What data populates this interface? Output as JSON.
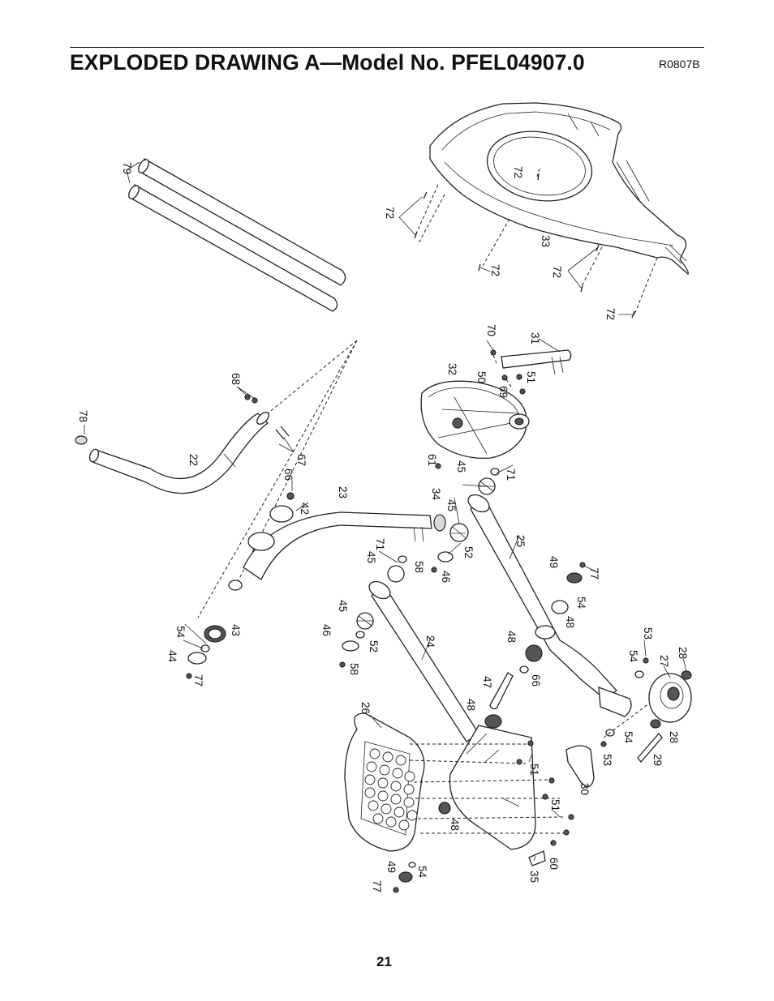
{
  "header": {
    "title": "EXPLODED DRAWING A—Model No. PFEL04907.0",
    "drawing_code": "R0807B"
  },
  "footer": {
    "page_number": "21"
  },
  "part_labels": [
    {
      "id": "79"
    },
    {
      "id": "72a",
      "text": "72"
    },
    {
      "id": "72b",
      "text": "72"
    },
    {
      "id": "72c",
      "text": "72"
    },
    {
      "id": "72d",
      "text": "72"
    },
    {
      "id": "72e",
      "text": "72"
    },
    {
      "id": "33",
      "text": "33"
    },
    {
      "id": "70",
      "text": "70"
    },
    {
      "id": "31",
      "text": "31"
    },
    {
      "id": "50",
      "text": "50"
    },
    {
      "id": "51a",
      "text": "51"
    },
    {
      "id": "69",
      "text": "69"
    },
    {
      "id": "32",
      "text": "32"
    },
    {
      "id": "78",
      "text": "78"
    },
    {
      "id": "68",
      "text": "68"
    },
    {
      "id": "22",
      "text": "22"
    },
    {
      "id": "67",
      "text": "67"
    },
    {
      "id": "66a",
      "text": "66"
    },
    {
      "id": "42",
      "text": "42"
    },
    {
      "id": "23",
      "text": "23"
    },
    {
      "id": "61",
      "text": "61"
    },
    {
      "id": "45a",
      "text": "45"
    },
    {
      "id": "71a",
      "text": "71"
    },
    {
      "id": "34",
      "text": "34"
    },
    {
      "id": "45b",
      "text": "45"
    },
    {
      "id": "25",
      "text": "25"
    },
    {
      "id": "71b",
      "text": "71"
    },
    {
      "id": "52a",
      "text": "52"
    },
    {
      "id": "45c",
      "text": "45"
    },
    {
      "id": "58a",
      "text": "58"
    },
    {
      "id": "46a",
      "text": "46"
    },
    {
      "id": "49a",
      "text": "49"
    },
    {
      "id": "77a",
      "text": "77"
    },
    {
      "id": "54a",
      "text": "54"
    },
    {
      "id": "48a",
      "text": "48"
    },
    {
      "id": "45d",
      "text": "45"
    },
    {
      "id": "46b",
      "text": "46"
    },
    {
      "id": "52b",
      "text": "52"
    },
    {
      "id": "58b",
      "text": "58"
    },
    {
      "id": "54b",
      "text": "54"
    },
    {
      "id": "43",
      "text": "43"
    },
    {
      "id": "44",
      "text": "44"
    },
    {
      "id": "77b",
      "text": "77"
    },
    {
      "id": "24",
      "text": "24"
    },
    {
      "id": "48b",
      "text": "48"
    },
    {
      "id": "53a",
      "text": "53"
    },
    {
      "id": "54c",
      "text": "54"
    },
    {
      "id": "28a",
      "text": "28"
    },
    {
      "id": "27",
      "text": "27"
    },
    {
      "id": "47",
      "text": "47"
    },
    {
      "id": "66b",
      "text": "66"
    },
    {
      "id": "26",
      "text": "26"
    },
    {
      "id": "48c",
      "text": "48"
    },
    {
      "id": "51b",
      "text": "51"
    },
    {
      "id": "54d",
      "text": "54"
    },
    {
      "id": "28b",
      "text": "28"
    },
    {
      "id": "53b",
      "text": "53"
    },
    {
      "id": "29",
      "text": "29"
    },
    {
      "id": "30",
      "text": "30"
    },
    {
      "id": "51c",
      "text": "51"
    },
    {
      "id": "48d",
      "text": "48"
    },
    {
      "id": "60",
      "text": "60"
    },
    {
      "id": "35",
      "text": "35"
    },
    {
      "id": "49b",
      "text": "49"
    },
    {
      "id": "77c",
      "text": "77"
    },
    {
      "id": "54e",
      "text": "54"
    }
  ]
}
